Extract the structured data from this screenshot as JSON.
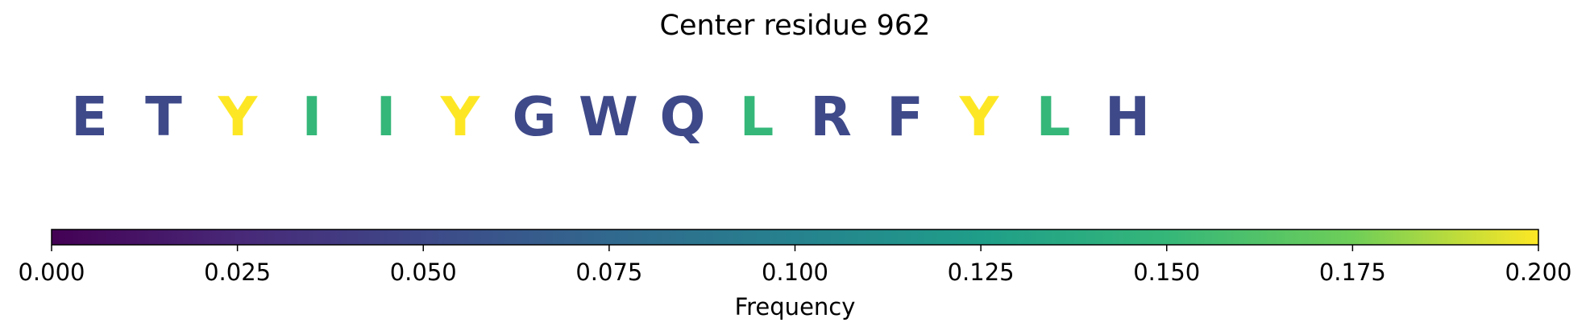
{
  "chart_data": {
    "type": "heatmap",
    "title": "Center residue 962",
    "residues": [
      {
        "letter": "E",
        "frequency": 0.05
      },
      {
        "letter": "T",
        "frequency": 0.05
      },
      {
        "letter": "Y",
        "frequency": 0.2
      },
      {
        "letter": "I",
        "frequency": 0.15
      },
      {
        "letter": "I",
        "frequency": 0.15
      },
      {
        "letter": "Y",
        "frequency": 0.2
      },
      {
        "letter": "G",
        "frequency": 0.05
      },
      {
        "letter": "W",
        "frequency": 0.05
      },
      {
        "letter": "Q",
        "frequency": 0.05
      },
      {
        "letter": "L",
        "frequency": 0.15
      },
      {
        "letter": "R",
        "frequency": 0.05
      },
      {
        "letter": "F",
        "frequency": 0.05
      },
      {
        "letter": "Y",
        "frequency": 0.2
      },
      {
        "letter": "L",
        "frequency": 0.15
      },
      {
        "letter": "H",
        "frequency": 0.05
      }
    ],
    "colorbar": {
      "label": "Frequency",
      "colormap": "viridis",
      "range": [
        0,
        0.2
      ],
      "ticks": [
        0.0,
        0.025,
        0.05,
        0.075,
        0.1,
        0.125,
        0.15,
        0.175,
        0.2
      ],
      "tick_labels": [
        "0.000",
        "0.025",
        "0.050",
        "0.075",
        "0.100",
        "0.125",
        "0.150",
        "0.175",
        "0.200"
      ]
    }
  }
}
